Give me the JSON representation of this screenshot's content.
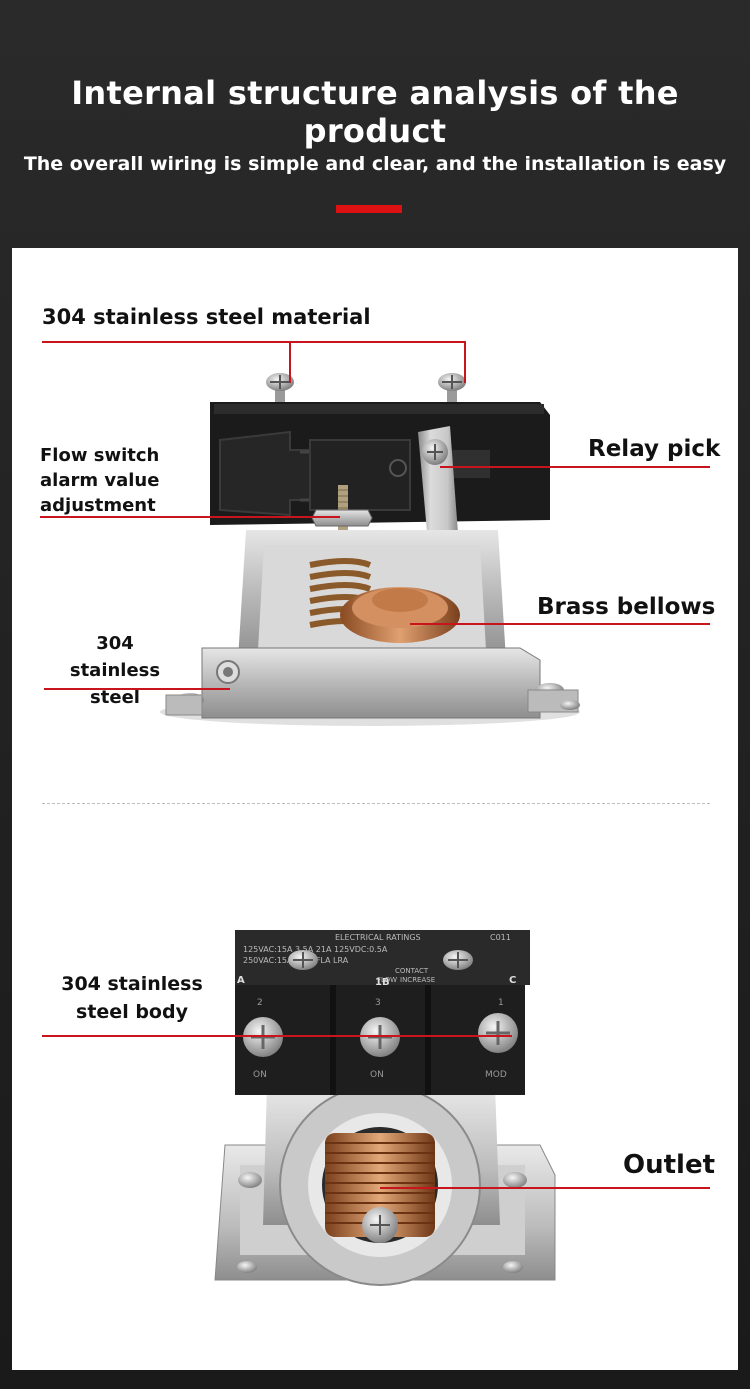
{
  "header": {
    "title": "Internal structure analysis of the product",
    "subtitle": "The overall wiring is simple and clear, and the installation is easy"
  },
  "top_diagram": {
    "callouts": {
      "stainless_material": "304 stainless steel material",
      "flow_switch_adjust": "Flow switch alarm value adjustment",
      "relay_pick": "Relay pick",
      "brass_bellows": "Brass bellows",
      "stainless_steel": "304 stainless steel"
    }
  },
  "bottom_diagram": {
    "callouts": {
      "stainless_body": "304 stainless steel body",
      "outlet": "Outlet"
    },
    "product_label": {
      "ratings_header": "ELECTRICAL RATINGS",
      "model": "C011",
      "ratings_line1": "125VAC:15A  3.5A  21A  125VDC:0.5A",
      "ratings_line2": "250VAC:15A  3.5A  FLA  LRA",
      "contact": "CONTACT",
      "flow": "FLOW",
      "increase": "INCREASE",
      "terminal_a": "A",
      "terminal_1b": "1B",
      "terminal_c": "C",
      "num_2": "2",
      "num_3": "3",
      "num_1": "1",
      "on_left": "ON",
      "on_mid": "ON",
      "on_right": "MOD"
    }
  },
  "colors": {
    "accent": "#c8141c",
    "background": "#1c1c1c",
    "card": "#ffffff"
  }
}
